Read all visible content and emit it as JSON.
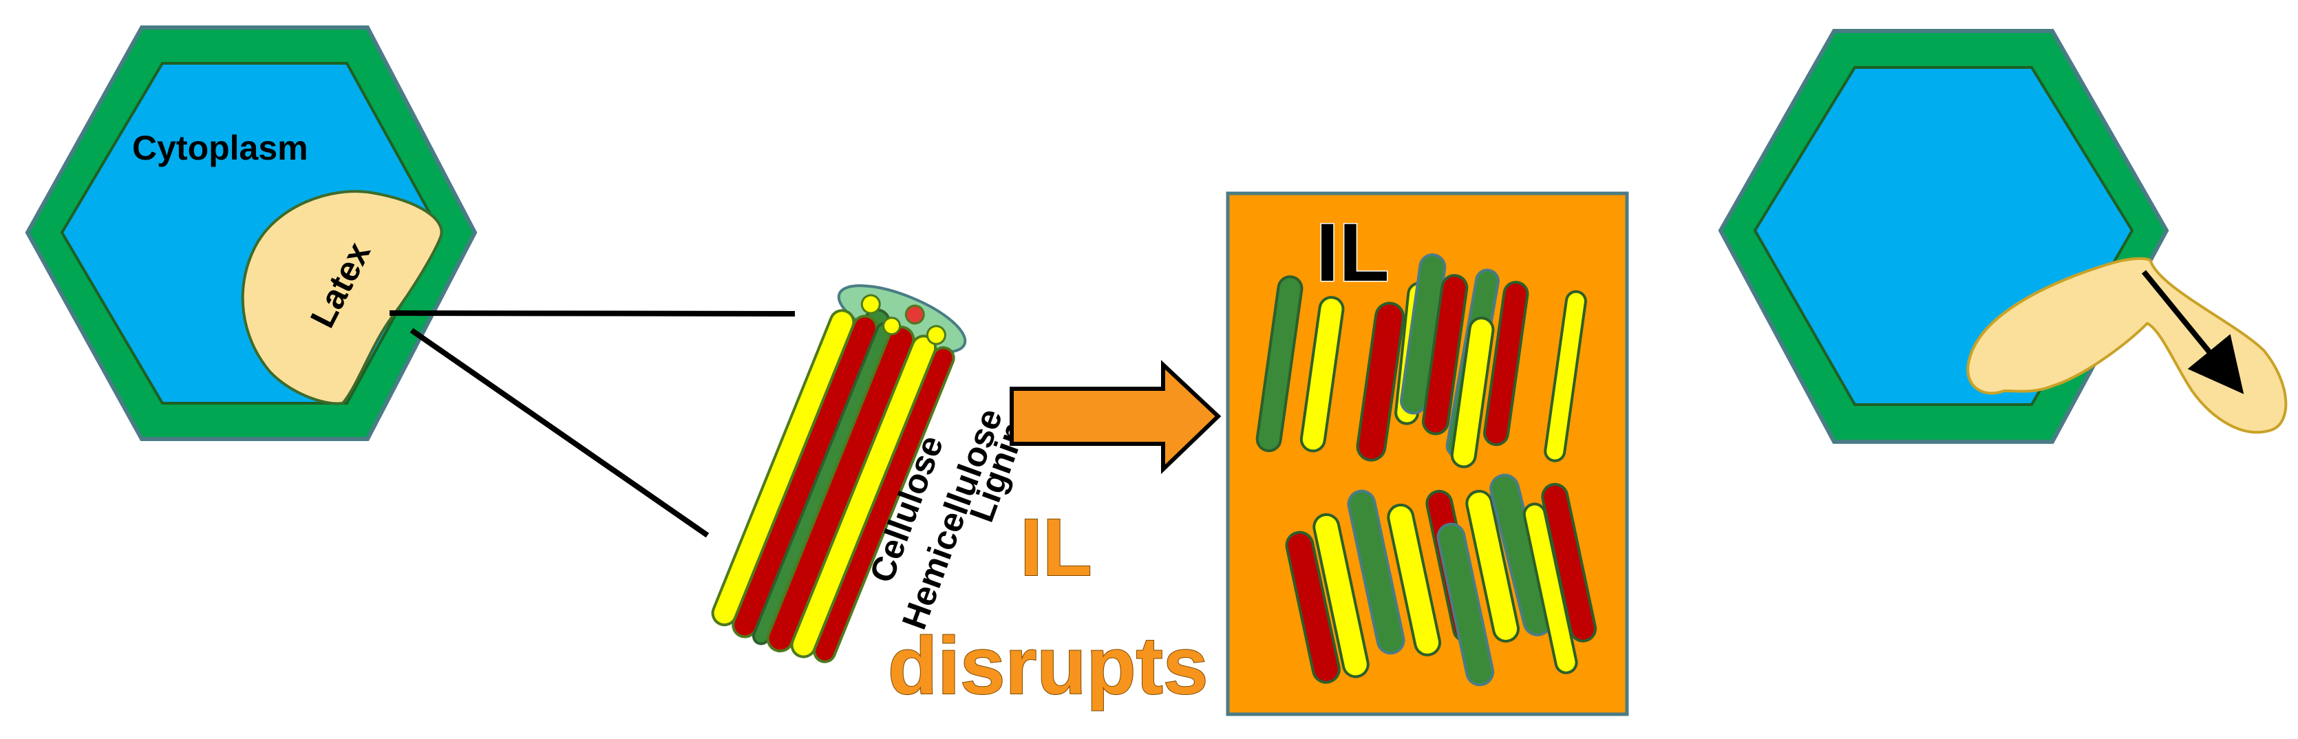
{
  "labels": {
    "cytoplasm": "Cytoplasm",
    "latex": "Latex",
    "cellulose": "Cellulose",
    "hemicellulose": "Hemicellulose",
    "lignin": "Lignin",
    "il_middle": "IL",
    "disrupts": "disrupts",
    "il_box": "IL"
  },
  "colors": {
    "cell_wall": "#00a651",
    "cytoplasm": "#00aeef",
    "latex": "#fbe09b",
    "cellulose": "#ffff00",
    "hemicellulose": "#c00000",
    "lignin": "#3a8a3a",
    "arrow": "#f7941d",
    "il_box": "#ff9900"
  },
  "icons": {
    "process_arrow": "right-arrow-icon",
    "flow_arrow": "down-right-arrow-icon"
  }
}
